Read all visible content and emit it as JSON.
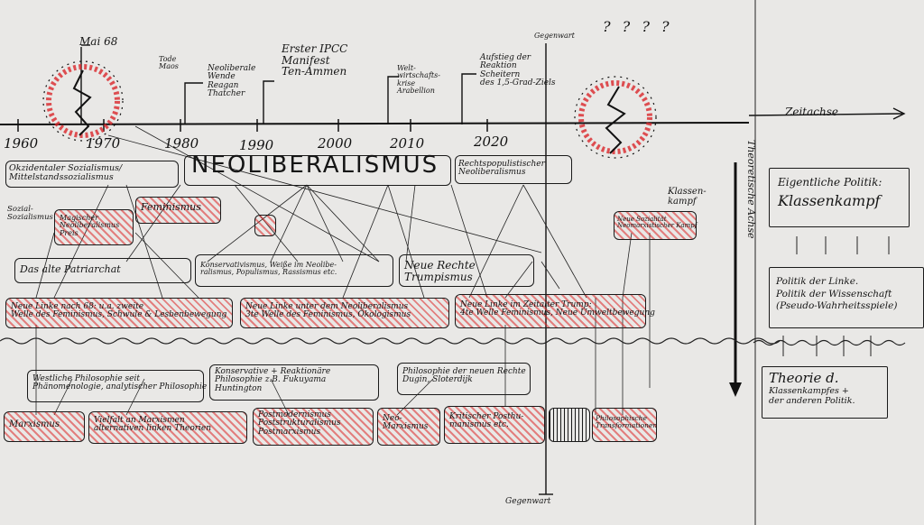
{
  "title": "NEOLIBERALISMUS",
  "axes": {
    "time_axis": "Zeitachse",
    "vertical_axis": "Theoretische Achse"
  },
  "years": [
    "1960",
    "1970",
    "1980",
    "1990",
    "2000",
    "2010",
    "2020"
  ],
  "events": {
    "mai68": "Mai 68",
    "tode_maos": [
      "Tode",
      "Maos"
    ],
    "wende": [
      "Neoliberale",
      "Wende",
      "Reagan",
      "Thatcher"
    ],
    "ipcc": [
      "Erster IPCC",
      "Manifest",
      "Ten-Ammen"
    ],
    "krise": [
      "Welt-",
      "wirtschafts-",
      "krise",
      "Arabellion"
    ],
    "aufstieg": [
      "Aufstieg der",
      "Reaktion",
      "Scheitern",
      "des 1,5-Grad-Ziels"
    ],
    "gegenwart_top": "Gegenwart",
    "gegenwart_bottom": "Gegenwart",
    "future": "? ? ? ?"
  },
  "rows": {
    "r1": {
      "left": [
        "Okzidentaler",
        "Mittelstandssozialismus"
      ],
      "left2": "Sozialismus/",
      "right": [
        "Rechtspopulistischer",
        "Neoliberalismus"
      ],
      "klassen": [
        "Klassen-",
        "kampf"
      ]
    },
    "r2": {
      "sozial": [
        "Sozial-",
        "Sozialismus"
      ],
      "a": [
        "Magischer",
        "Neoliberalismus",
        "Preis"
      ],
      "b": "Feminismus",
      "c": [
        "Neue Sozialität",
        "Neomarxistischer Kampf"
      ]
    },
    "r3": {
      "a": "Das alte Patriarchat",
      "b": [
        "Konservativismus, Weiße im Neolibe-",
        "ralismus, Populismus, Rassismus etc."
      ],
      "c": [
        "Neue Rechte",
        "Trumpismus"
      ]
    },
    "r4": {
      "a": [
        "Neue Linke nach 68: u.a. zweite",
        "Welle des Feminismus, Schwule & Lesbenbewegung"
      ],
      "b": [
        "Neue Linke unter dem Neoliberalismus",
        "3te Welle des Feminismus, Ökologismus"
      ],
      "c": [
        "Neue Linke im Zeitalter Trump:",
        "4te Welle Feminismus, Neue Umweltbewegung"
      ]
    },
    "r5": {
      "a": [
        "Westliche Philosophie seit",
        "Phänomenologie, analytischer Philosophie"
      ],
      "b": [
        "Konservative + Reaktionäre",
        "Philosophie z.B. Fukuyama",
        "Huntington"
      ],
      "c": [
        "Philosophie der neuen Rechte",
        "Dugin, Sloterdijk"
      ]
    },
    "r6": {
      "a": "Marxismus",
      "b": [
        "Vielfalt an Marxismen",
        "alternativen linken Theorien"
      ],
      "c": [
        "Postmodernismus",
        "Poststrukturalismus",
        "Postmarxismus"
      ],
      "d": [
        "Neo-",
        "Marxismus"
      ],
      "e": [
        "Kritischer Posthu-",
        "manismus etc."
      ],
      "f": [
        "Philosophische",
        "Transformationen"
      ]
    }
  },
  "sidebar": {
    "box1": [
      "Eigentliche Politik:",
      "Klassenkampf"
    ],
    "box2": [
      "Politik der Linke.",
      "Politik der Wissenschaft",
      "(Pseudo-Wahrheitsspiele)"
    ],
    "box3": [
      "Theorie d.",
      "Klassenkampfes +",
      "der anderen Politik."
    ]
  }
}
